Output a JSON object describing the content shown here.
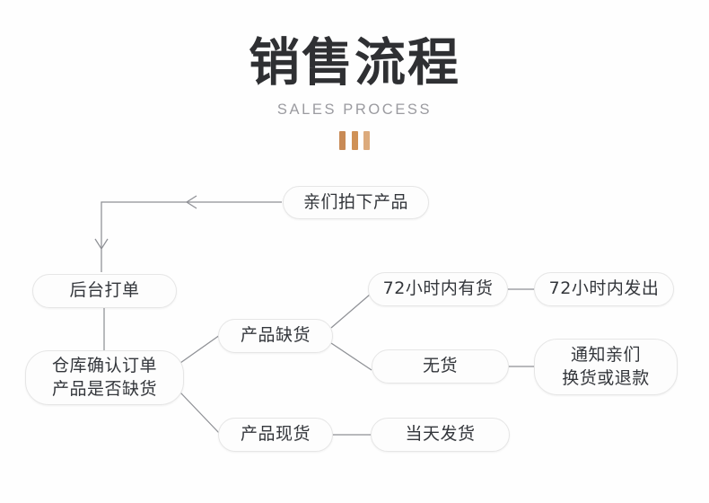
{
  "header": {
    "title": "销售流程",
    "subtitle": "SALES PROCESS",
    "accent_color": "#c88a55",
    "title_color": "#2f3033",
    "subtitle_color": "#9b9ba0",
    "ornament": "three-vertical-bars"
  },
  "flowchart": {
    "box_border_color": "#e6e6e6",
    "box_fill_color": "#fdfdfd",
    "box_text_color": "#33363b",
    "connector_color": "#8e9095",
    "nodes": [
      {
        "id": "order",
        "label": "亲们拍下产品"
      },
      {
        "id": "print",
        "label": "后台打单"
      },
      {
        "id": "confirm",
        "label": "仓库确认订单\n产品是否缺货"
      },
      {
        "id": "oos",
        "label": "产品缺货"
      },
      {
        "id": "instock",
        "label": "产品现货"
      },
      {
        "id": "72have",
        "label": "72小时内有货"
      },
      {
        "id": "72ship",
        "label": "72小时内发出"
      },
      {
        "id": "nostock",
        "label": "无货"
      },
      {
        "id": "notify",
        "label": "通知亲们\n换货或退款"
      },
      {
        "id": "sameday",
        "label": "当天发货"
      }
    ],
    "edges": [
      {
        "from": "order",
        "to": "print",
        "style": "elbow-left-down",
        "arrow": true
      },
      {
        "from": "print",
        "to": "confirm",
        "style": "vertical",
        "arrow": false
      },
      {
        "from": "confirm",
        "to": "oos",
        "style": "diagonal-up",
        "arrow": false
      },
      {
        "from": "confirm",
        "to": "instock",
        "style": "diagonal-down",
        "arrow": false
      },
      {
        "from": "oos",
        "to": "72have",
        "style": "diagonal-up",
        "arrow": false
      },
      {
        "from": "oos",
        "to": "nostock",
        "style": "diagonal-down",
        "arrow": false
      },
      {
        "from": "72have",
        "to": "72ship",
        "style": "horizontal",
        "arrow": false
      },
      {
        "from": "nostock",
        "to": "notify",
        "style": "horizontal",
        "arrow": false
      },
      {
        "from": "instock",
        "to": "sameday",
        "style": "horizontal",
        "arrow": false
      }
    ]
  }
}
